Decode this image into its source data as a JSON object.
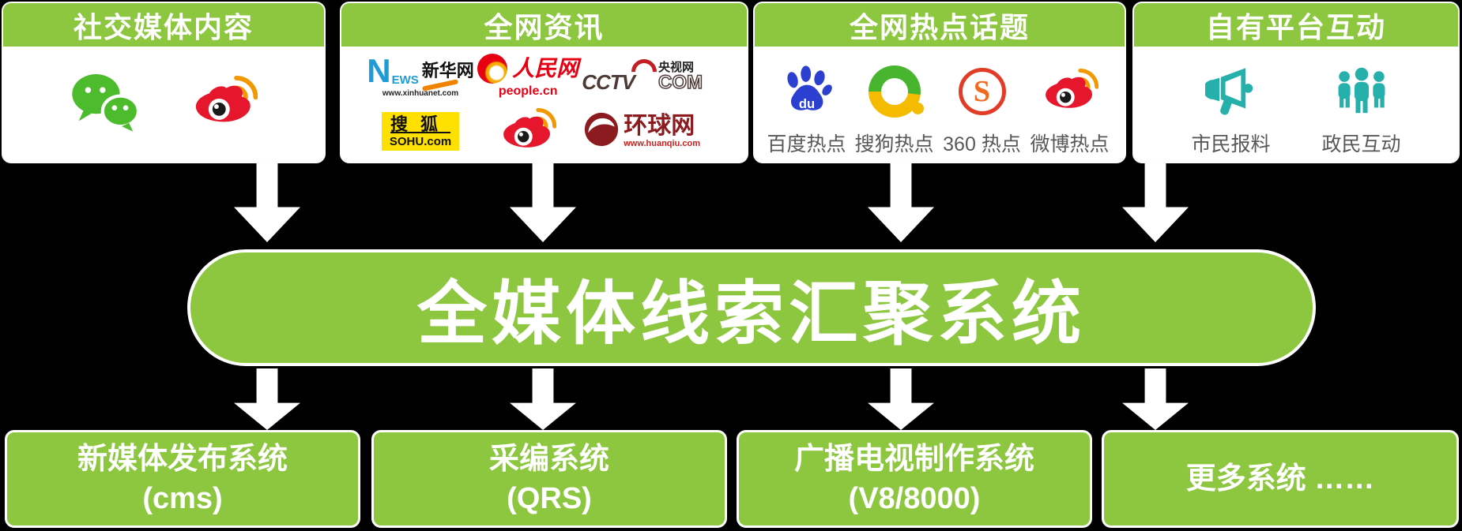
{
  "colors": {
    "green": "#8dc63f",
    "white": "#ffffff",
    "label_gray": "#595757",
    "teal": "#25b0ab",
    "wechat_green": "#4cbb2c",
    "weibo_red": "#e6162d",
    "weibo_orange": "#f39800",
    "baidu_blue": "#2b3fd0",
    "sogou_green": "#48b52e",
    "sogou_yellow": "#f4bb00",
    "c360_ring_red": "#e23c28",
    "c360_s_orange": "#f26a1e",
    "sohu_yellow": "#ffe100",
    "xinhuanet_blue": "#1e9cd7",
    "xinhuanet_orange": "#f08300",
    "people_red": "#e60012",
    "cctv_maroon": "#4d3a35",
    "cctv_red": "#c21f24",
    "huanqiu_red": "#8c1b20"
  },
  "top_cards": [
    {
      "title": "社交媒体内容"
    },
    {
      "title": "全网资讯",
      "logos": {
        "xinhuanet": {
          "n": "N",
          "ews": "EWS",
          "name": "新华网",
          "url": "www.xinhuanet.com"
        },
        "people": {
          "name": "人民网",
          "url": "people.cn"
        },
        "cctv": {
          "abbr": "CCTV",
          "name": "央视网",
          "com": "COM"
        },
        "sohu": {
          "name": "搜狐",
          "url": "SOHU.com"
        },
        "huanqiu": {
          "name": "环球网",
          "url": "www.huanqiu.com"
        }
      }
    },
    {
      "title": "全网热点话题",
      "items": [
        {
          "label": "百度热点",
          "icon_text": "du"
        },
        {
          "label": "搜狗热点"
        },
        {
          "label": "360 热点",
          "icon_letter": "S"
        },
        {
          "label": "微博热点"
        }
      ]
    },
    {
      "title": "自有平台互动",
      "items": [
        {
          "label": "市民报料"
        },
        {
          "label": "政民互动"
        }
      ]
    }
  ],
  "hub": {
    "title": "全媒体线索汇聚系统"
  },
  "bottom_boxes": [
    {
      "line1": "新媒体发布系统",
      "line2": "(cms)"
    },
    {
      "line1": "采编系统",
      "line2": "(QRS)"
    },
    {
      "line1": "广播电视制作系统",
      "line2": "(V8/8000)"
    },
    {
      "line1": "更多系统 ……",
      "line2": ""
    }
  ]
}
